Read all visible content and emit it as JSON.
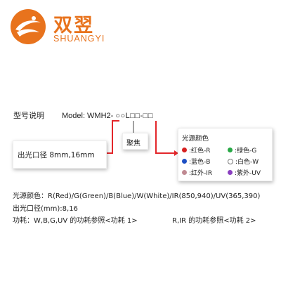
{
  "brand": {
    "name_cn": "双翌",
    "name_en": "SHUANGYI",
    "color": "#e8731d"
  },
  "model": {
    "label": "型号说明",
    "word": "Model:",
    "prefix": "WMH2-",
    "code": "○○L□□-□□"
  },
  "aperture_box": {
    "text": "出光口径 8mm,16mm"
  },
  "focus_box": {
    "text": "聚焦"
  },
  "color_box": {
    "title": "光源颜色",
    "items": [
      {
        "label": ":红色-R",
        "color": "#d62020"
      },
      {
        "label": ":绿色-G",
        "color": "#27a845"
      },
      {
        "label": ":蓝色-B",
        "color": "#1d4fc4"
      },
      {
        "label": ":白色-W",
        "color": "#ffffff"
      },
      {
        "label": ":红外-IR",
        "color": "#c08a92"
      },
      {
        "label": ":紫外-UV",
        "color": "#8a3fc0"
      }
    ]
  },
  "info": {
    "color_line": "光源颜色：R(Red)/G(Green)/B(Blue)/W(White)/IR(850,940)/UV(365,390)",
    "aperture_line": "出光口径(mm):8,16",
    "power_label": "功耗：",
    "power_a": "W,B,G,UV 的功耗参照<功耗 1>",
    "power_b": "R,IR 的功耗参照<功耗 2>"
  },
  "accent_line_color": "#e3262a"
}
